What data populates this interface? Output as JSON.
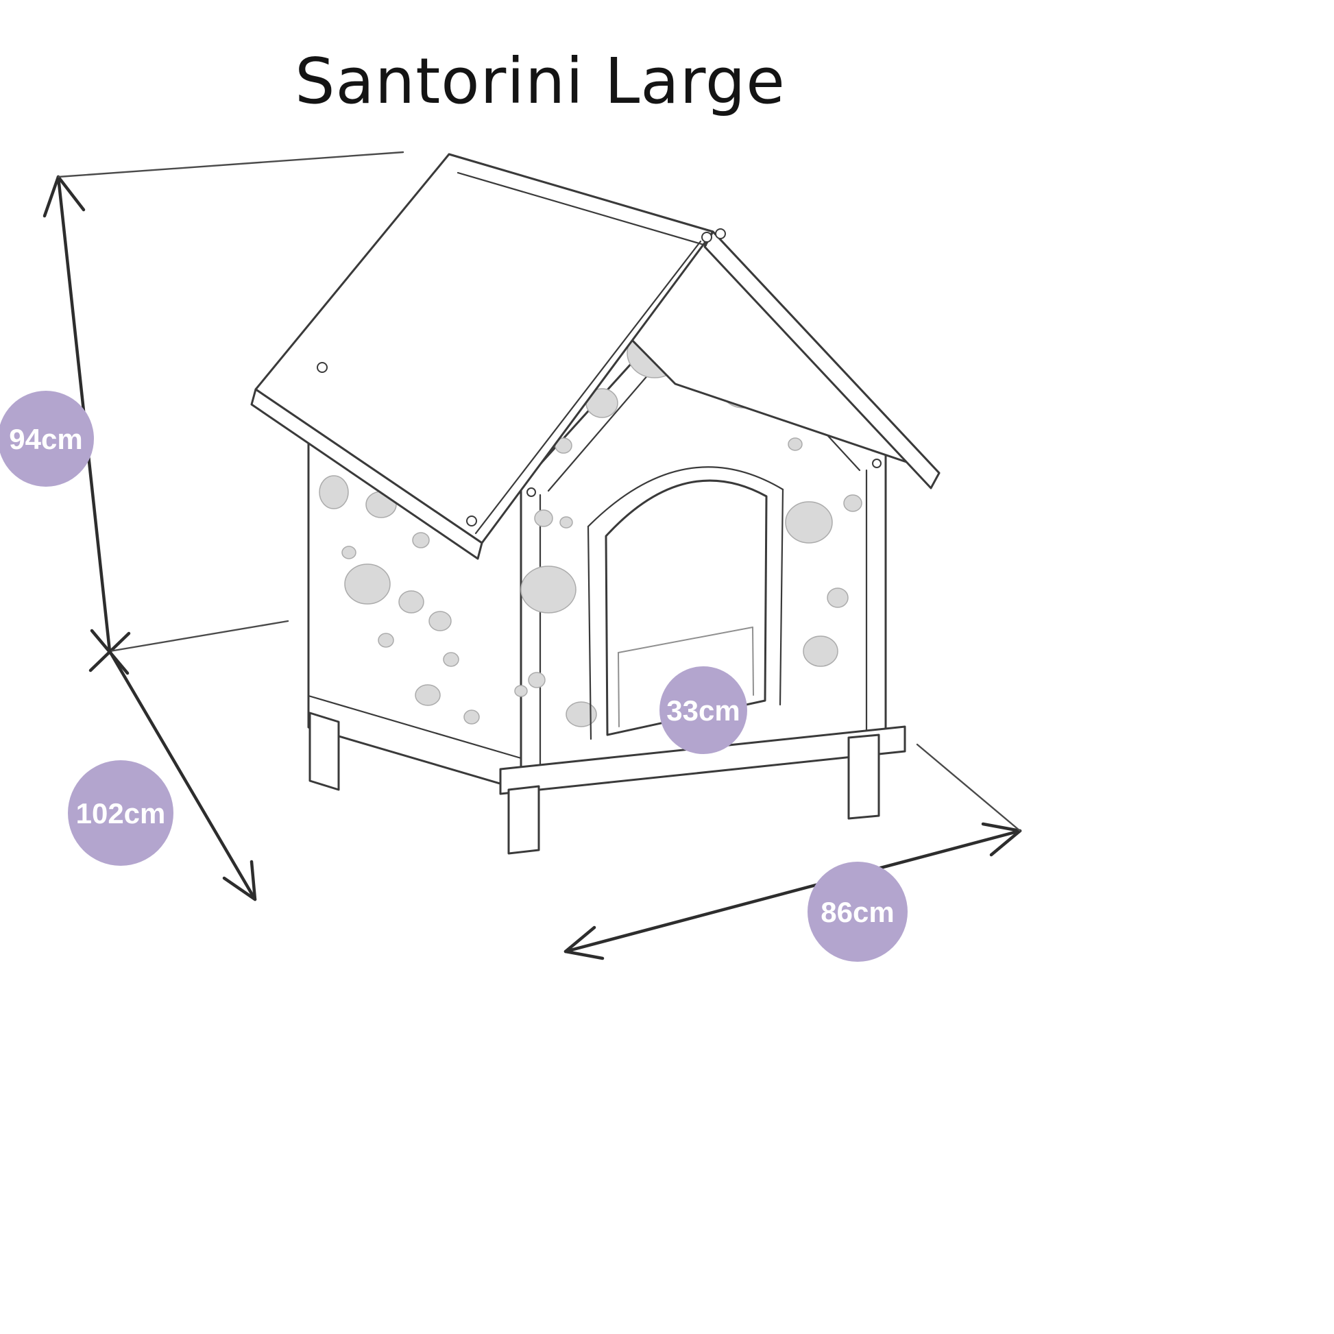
{
  "title": "Santorini Large",
  "colors": {
    "badge": "#b3a5ce",
    "badge_text": "#ffffff",
    "line": "#3a3a3a",
    "spot": "#d9d9d9",
    "background": "#ffffff"
  },
  "dimensions": {
    "height": {
      "label": "94cm"
    },
    "depth": {
      "label": "102cm"
    },
    "width": {
      "label": "86cm"
    },
    "door_width": {
      "label": "33cm"
    }
  }
}
